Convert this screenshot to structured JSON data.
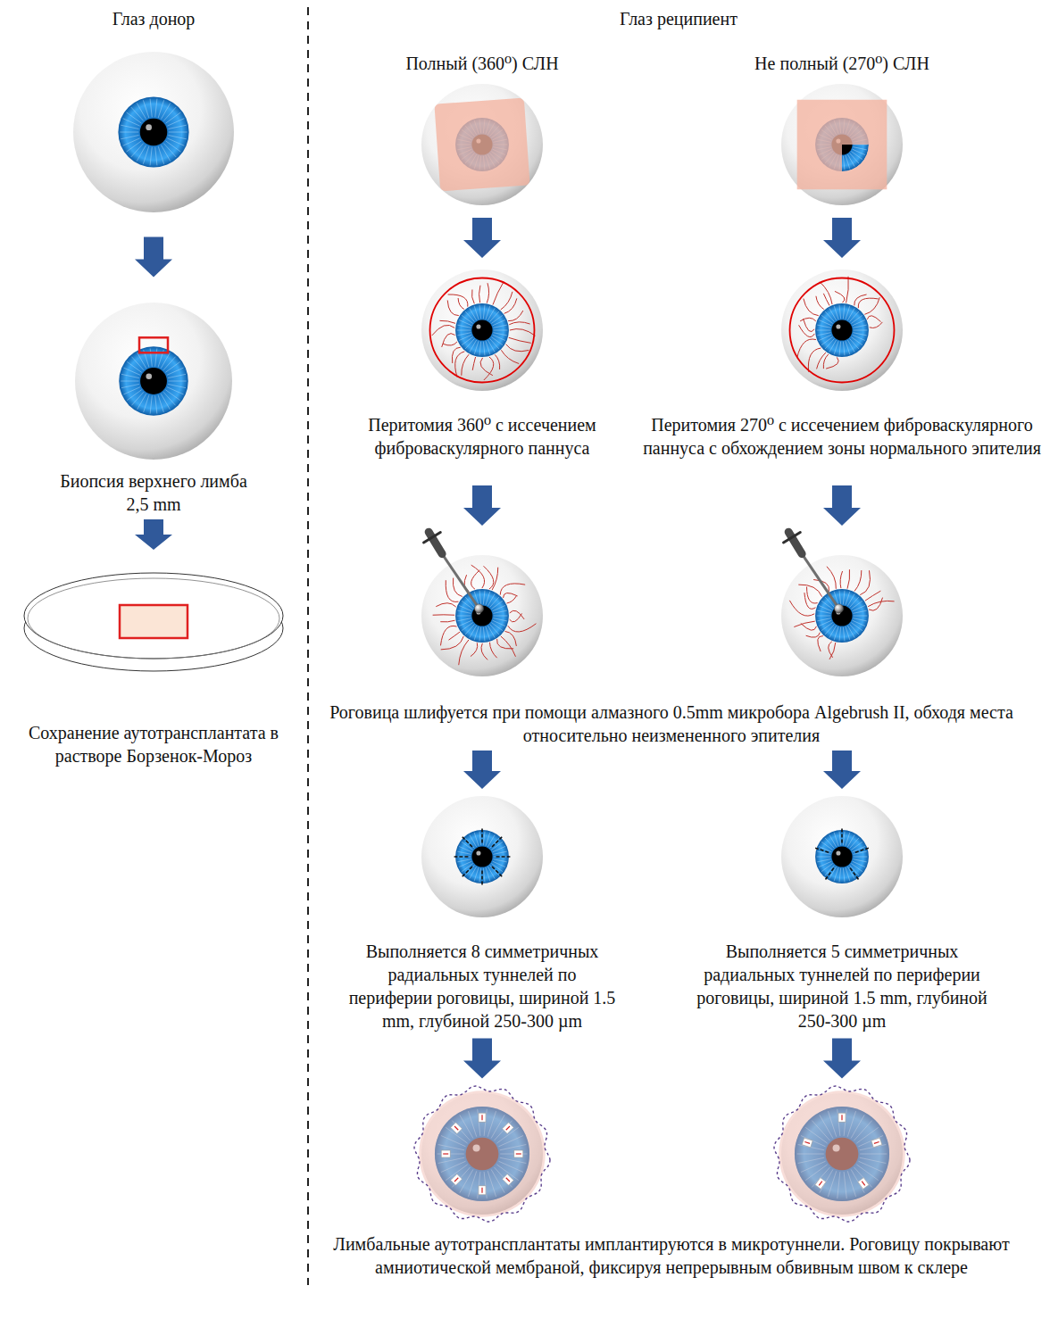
{
  "diagram": {
    "nodes": [
      {
        "text": [
          "Глаз донор"
        ]
      },
      {
        "text": [
          "Биопсия верхнего лимба 2,5 mm"
        ]
      },
      {
        "text": [
          "Сохранение аутотрансплантата в растворе Борзенок-Мороз"
        ]
      },
      {
        "text": [
          "Полный (360⁰) СЛН"
        ]
      },
      {
        "text": [
          "Не полный (270⁰) СЛН"
        ]
      },
      {
        "text": [
          "Перитомия 360⁰ с иссечением фиброваскулярного паннуса"
        ]
      },
      {
        "text": [
          "Перитомия 270⁰ с иссечением фиброваскулярного паннуса с обхождением зоны нормального эпителия"
        ]
      },
      {
        "text": [
          "Роговица шлифуется при помощи алмазного 0.5mm микробора Algebrush II, обходя места относительно неизмененного эпителия"
        ]
      },
      {
        "text": [
          "Выполняется 8 симметричных радиальных туннелей по периферии роговицы, шириной 1.5 mm, глубиной 250-300 µm"
        ]
      },
      {
        "text": [
          "Выполняется 5 симметричных радиальных туннелей по периферии роговицы, шириной 1.5 mm, глубиной 250-300 µm"
        ]
      },
      {
        "text": [
          "Лимбальные аутотрансплантаты имплантируются в микротуннели. Роговицу покрывают амниотической мембраной, фиксируя непрерывным обвивным швом к склере"
        ]
      }
    ],
    "edges": [
      {
        "from": 0,
        "to": 1,
        "arrow": "to"
      },
      {
        "from": 1,
        "to": 2,
        "arrow": "to"
      },
      {
        "from": 3,
        "to": 5,
        "arrow": "to"
      },
      {
        "from": 4,
        "to": 6,
        "arrow": "to"
      },
      {
        "from": 5,
        "to": 7,
        "arrow": "to"
      },
      {
        "from": 6,
        "to": 7,
        "arrow": "to"
      },
      {
        "from": 7,
        "to": 8,
        "arrow": "to"
      },
      {
        "from": 7,
        "to": 9,
        "arrow": "to"
      },
      {
        "from": 8,
        "to": 10,
        "arrow": "to"
      },
      {
        "from": 9,
        "to": 10,
        "arrow": "to"
      }
    ],
    "labels": [
      "Глаз реципиент"
    ]
  }
}
